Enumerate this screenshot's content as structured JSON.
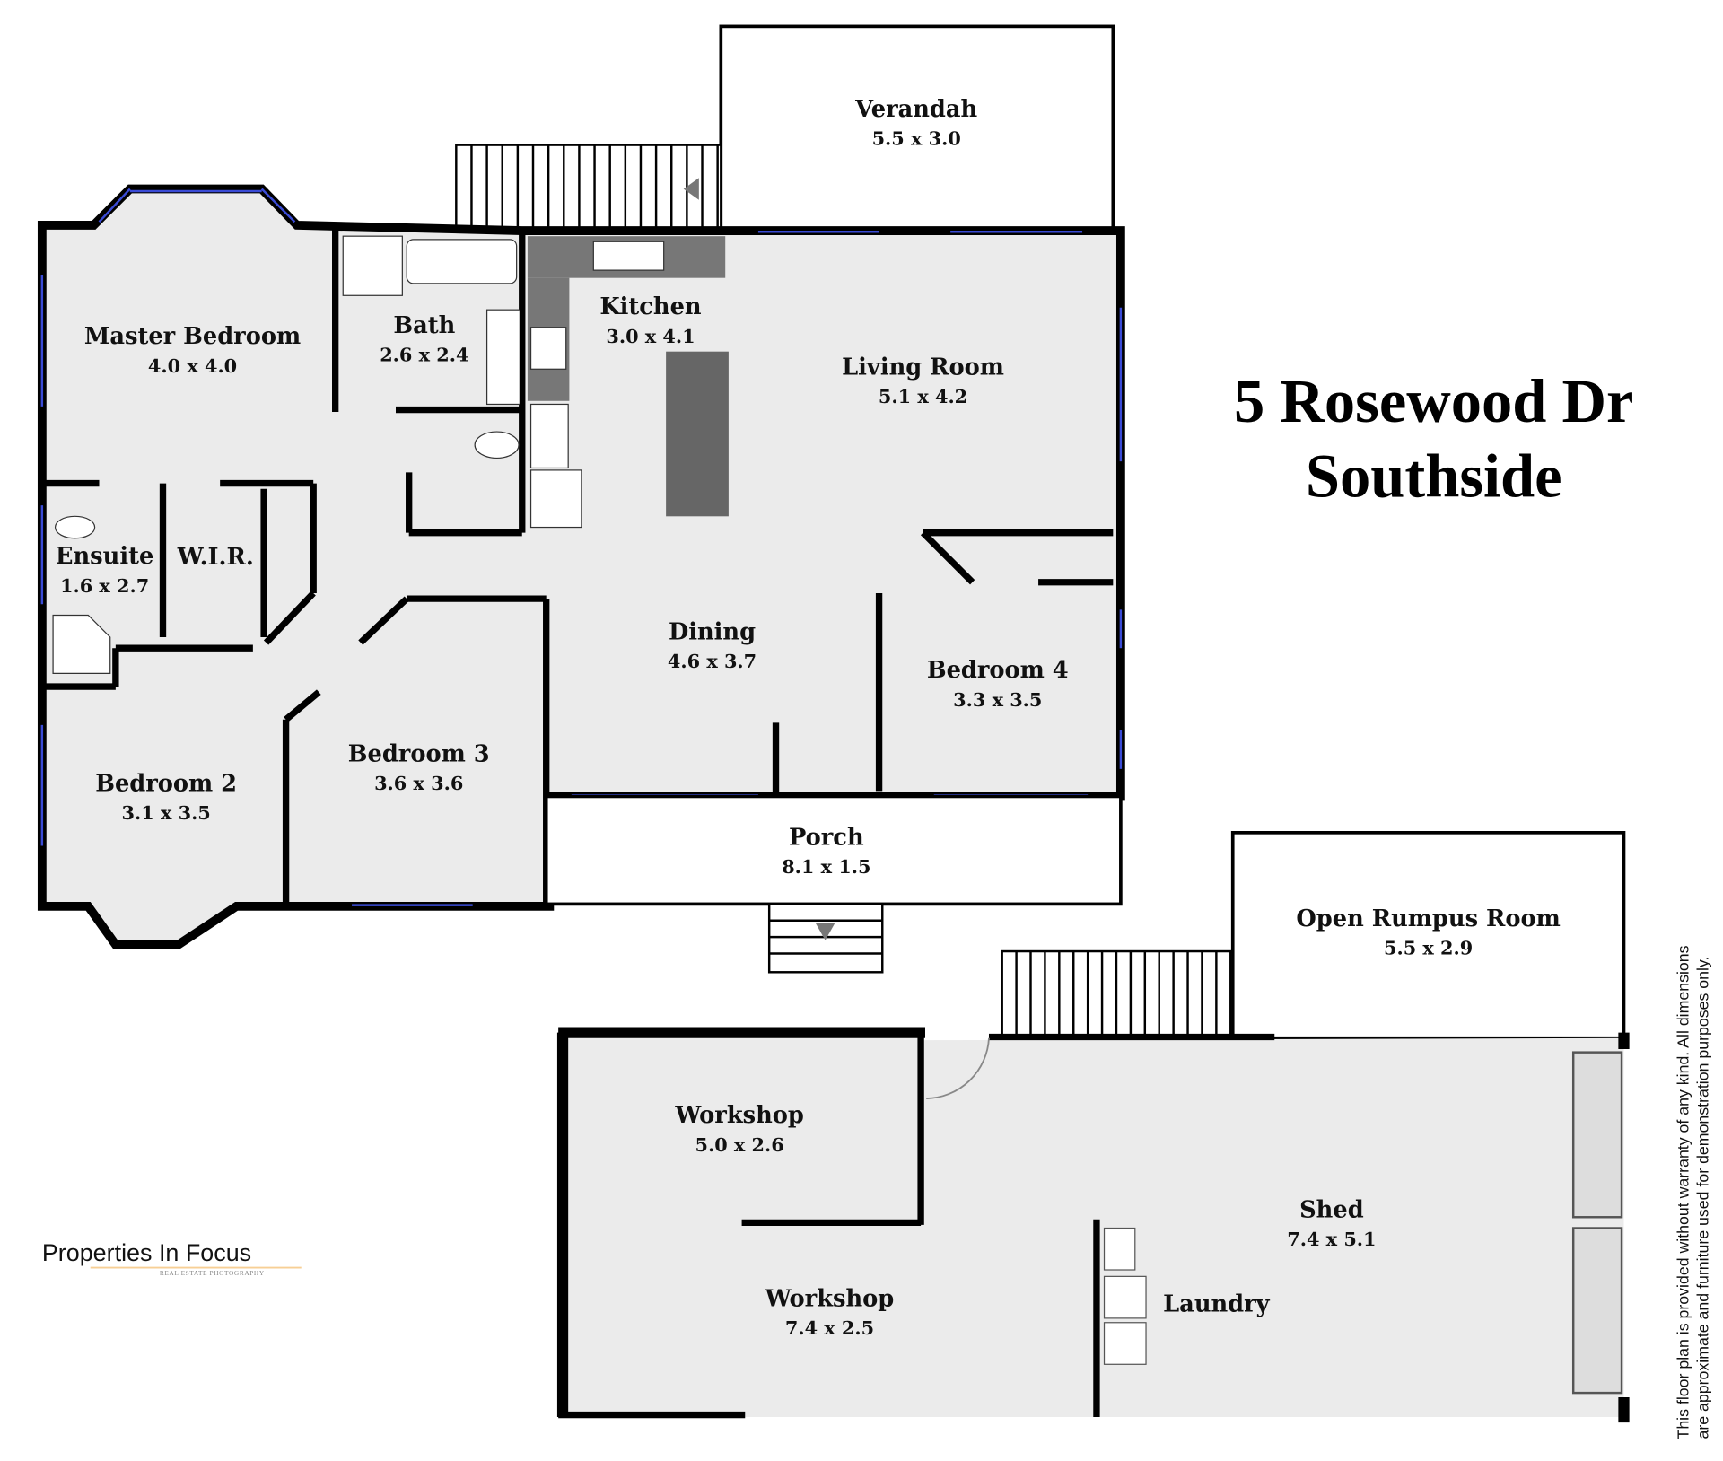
{
  "title": {
    "line1": "5 Rosewood Dr",
    "line2": "Southside"
  },
  "rooms": {
    "verandah": {
      "name": "Verandah",
      "dims": "5.5 x 3.0"
    },
    "master_bedroom": {
      "name": "Master Bedroom",
      "dims": "4.0 x 4.0"
    },
    "bath": {
      "name": "Bath",
      "dims": "2.6 x 2.4"
    },
    "kitchen": {
      "name": "Kitchen",
      "dims": "3.0 x 4.1"
    },
    "living_room": {
      "name": "Living Room",
      "dims": "5.1 x 4.2"
    },
    "ensuite": {
      "name": "Ensuite",
      "dims": "1.6 x 2.7"
    },
    "wir": {
      "name": "W.I.R."
    },
    "dining": {
      "name": "Dining",
      "dims": "4.6 x 3.7"
    },
    "bedroom4": {
      "name": "Bedroom 4",
      "dims": "3.3 x 3.5"
    },
    "bedroom3": {
      "name": "Bedroom 3",
      "dims": "3.6 x 3.6"
    },
    "bedroom2": {
      "name": "Bedroom 2",
      "dims": "3.1 x 3.5"
    },
    "porch": {
      "name": "Porch",
      "dims": "8.1 x 1.5"
    },
    "open_rumpus": {
      "name": "Open Rumpus Room",
      "dims": "5.5 x 2.9"
    },
    "workshop_upper": {
      "name": "Workshop",
      "dims": "5.0 x 2.6"
    },
    "shed": {
      "name": "Shed",
      "dims": "7.4 x 5.1"
    },
    "workshop_lower": {
      "name": "Workshop",
      "dims": "7.4 x 2.5"
    },
    "laundry": {
      "name": "Laundry"
    }
  },
  "logo": {
    "name": "Properties In Focus",
    "tagline": "REAL ESTATE PHOTOGRAPHY",
    "accent": "#f39a1e"
  },
  "disclaimer": {
    "line1": "This floor plan is provided without warranty of any kind. All dimensions",
    "line2": "are approximate and furniture used for demonstration purposes only."
  },
  "colors": {
    "floor": "#ebebeb",
    "wall": "#000000",
    "window": "#3a4bd6",
    "counter": "#777777"
  }
}
